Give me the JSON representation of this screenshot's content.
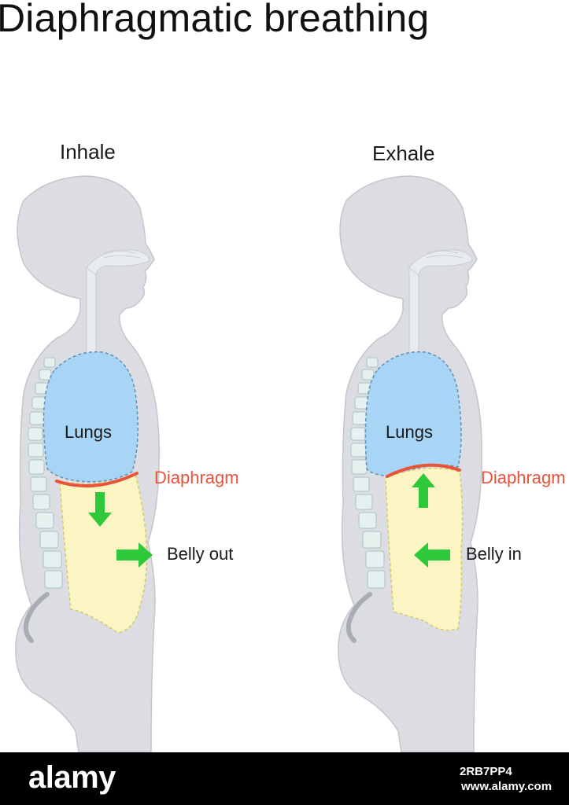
{
  "title": "Diaphragmatic breathing",
  "panels": {
    "inhale": {
      "label": "Inhale",
      "lungs": "Lungs",
      "diaphragm": "Diaphragm",
      "belly": "Belly out"
    },
    "exhale": {
      "label": "Exhale",
      "lungs": "Lungs",
      "diaphragm": "Diaphragm",
      "belly": "Belly in"
    }
  },
  "colors": {
    "body": "#dcdde2",
    "lungs": "#a8d4f5",
    "abdomen": "#fbf5c4",
    "diaphragm": "#e8533a",
    "arrow": "#2ec93a",
    "spine": "#e6f0ee"
  },
  "footer": {
    "logo": "alamy",
    "image_id": "2RB7PP4",
    "site": "www.alamy.com"
  }
}
